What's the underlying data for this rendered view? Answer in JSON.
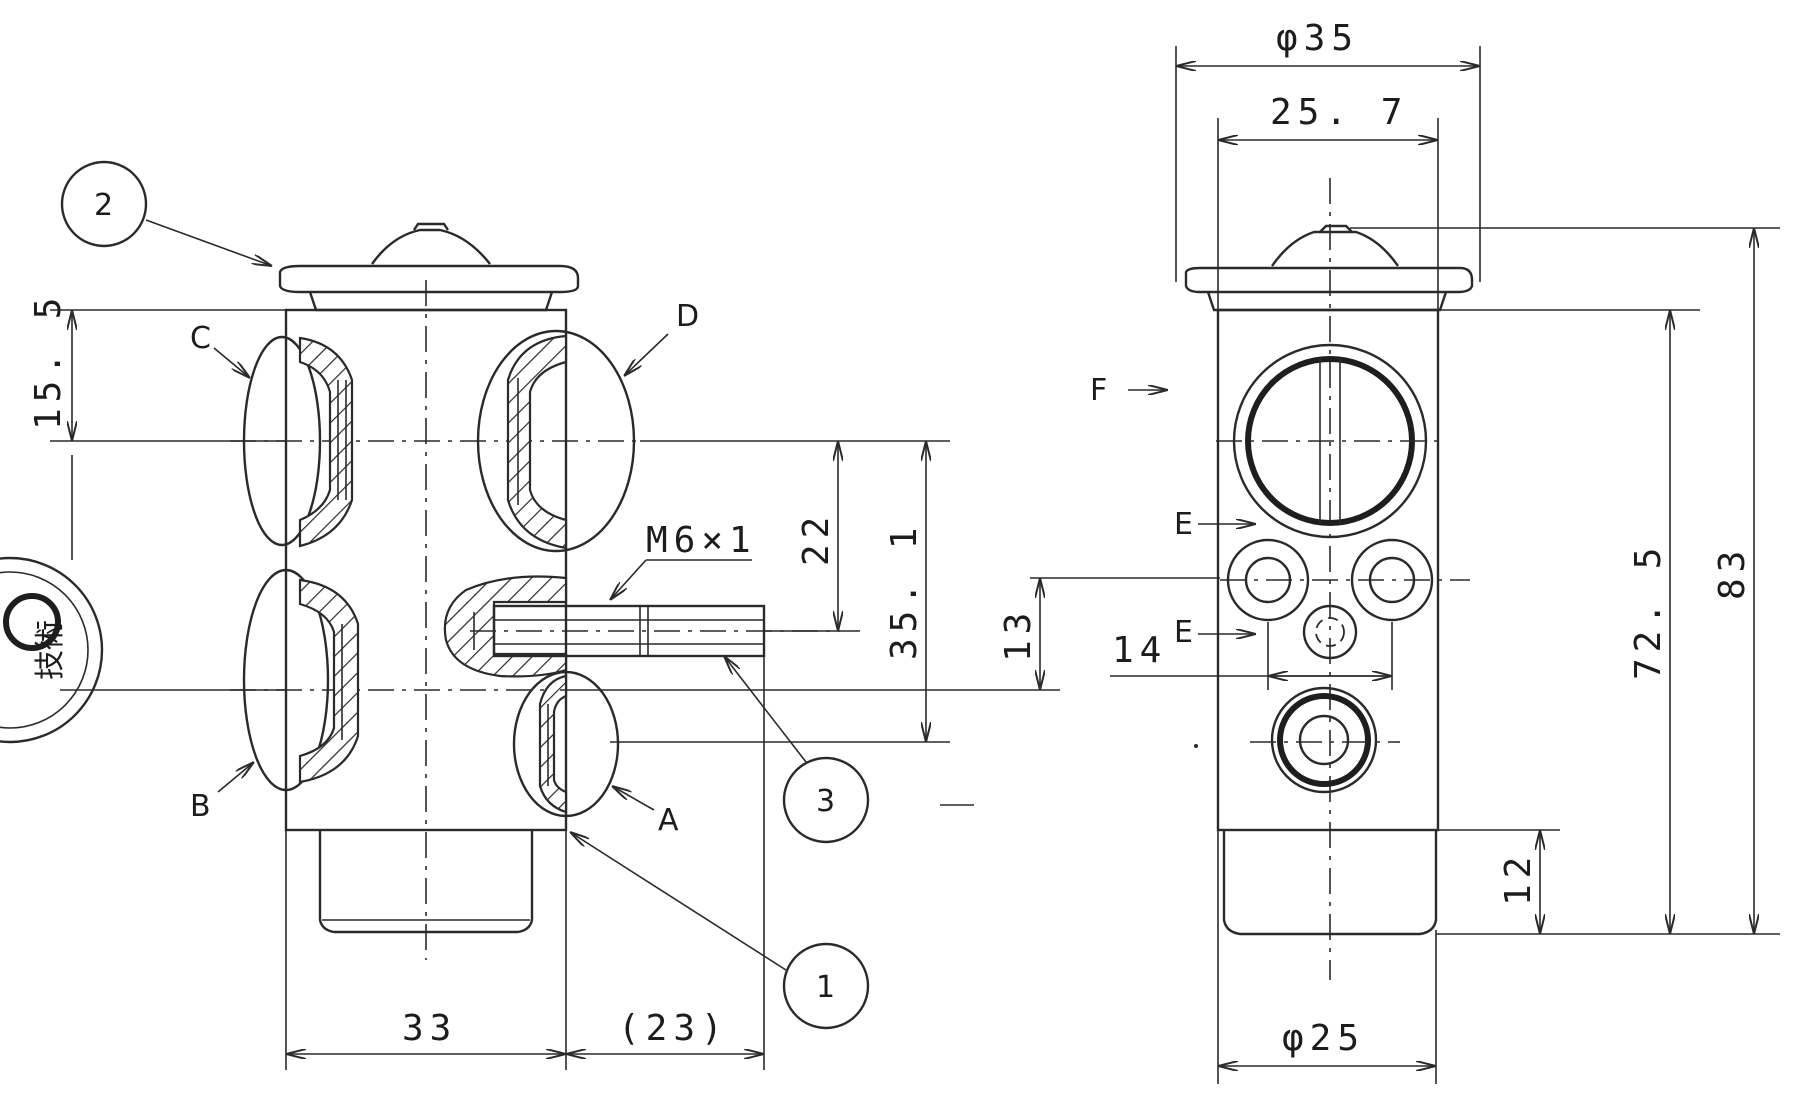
{
  "balloons": {
    "b1": "1",
    "b2": "2",
    "b3": "3"
  },
  "side_view": {
    "dim_width_33": "33",
    "dim_width_23": "(23)",
    "dim_15_5": "15. 5",
    "dim_22": "22",
    "dim_35_1": "35. 1",
    "dim_13": "13",
    "thread_label": "M6×1",
    "port_labels": {
      "a": "A",
      "b": "B",
      "c": "C",
      "d": "D"
    }
  },
  "front_view": {
    "dim_dia_35": "φ35",
    "dim_25_7": "25. 7",
    "dim_dia_25": "φ25",
    "dim_14": "14",
    "dim_12": "12",
    "dim_72_5": "72. 5",
    "dim_83": "83",
    "label_e1": "E",
    "label_e2": "E",
    "label_f": "F"
  },
  "stamp": {
    "text": "技術"
  }
}
